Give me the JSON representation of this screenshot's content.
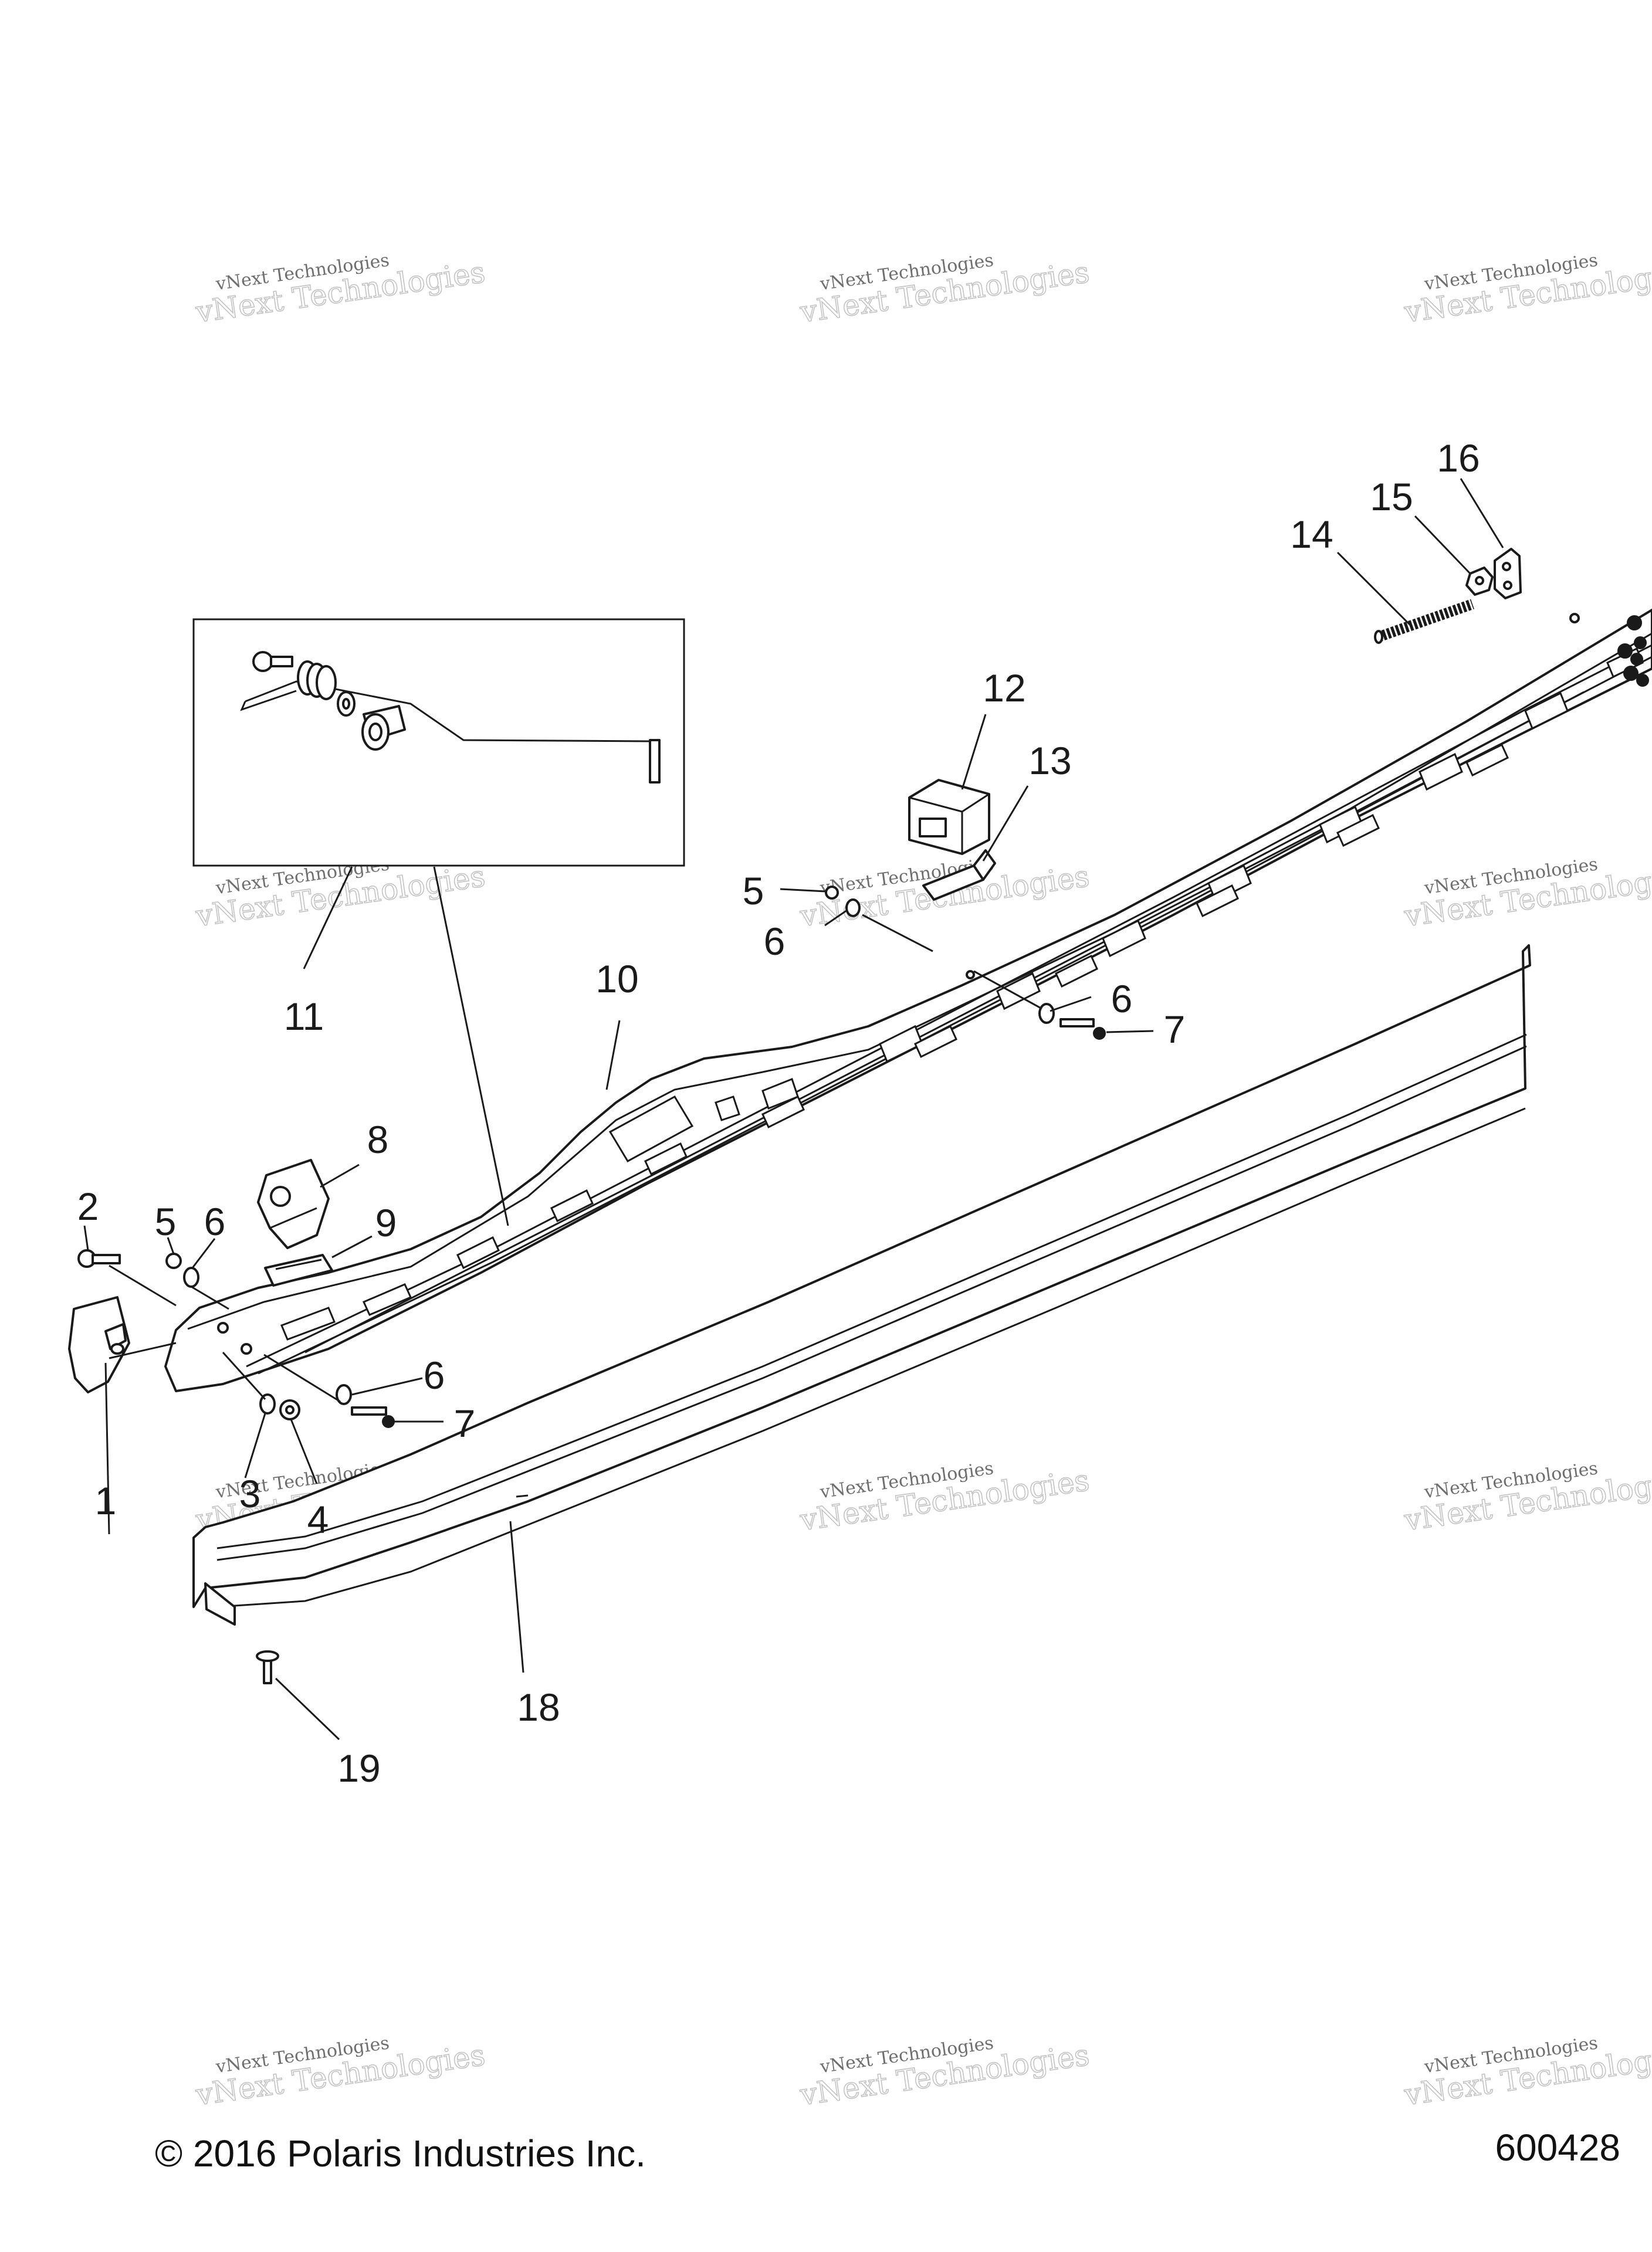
{
  "callouts": [
    {
      "id": "1",
      "text": "1"
    },
    {
      "id": "2",
      "text": "2"
    },
    {
      "id": "3",
      "text": "3"
    },
    {
      "id": "4",
      "text": "4"
    },
    {
      "id": "5a",
      "text": "5"
    },
    {
      "id": "5b",
      "text": "5"
    },
    {
      "id": "6a",
      "text": "6"
    },
    {
      "id": "6b",
      "text": "6"
    },
    {
      "id": "6c",
      "text": "6"
    },
    {
      "id": "6d",
      "text": "6"
    },
    {
      "id": "7a",
      "text": "7"
    },
    {
      "id": "7b",
      "text": "7"
    },
    {
      "id": "8",
      "text": "8"
    },
    {
      "id": "9",
      "text": "9"
    },
    {
      "id": "10",
      "text": "10"
    },
    {
      "id": "11",
      "text": "11"
    },
    {
      "id": "12",
      "text": "12"
    },
    {
      "id": "13",
      "text": "13"
    },
    {
      "id": "14",
      "text": "14"
    },
    {
      "id": "15",
      "text": "15"
    },
    {
      "id": "16",
      "text": "16"
    },
    {
      "id": "18",
      "text": "18"
    },
    {
      "id": "19",
      "text": "19"
    }
  ],
  "watermark": {
    "line1": "vNext Technologies",
    "line2": "vNext Technologies"
  },
  "footer": {
    "copyright": "© 2016 Polaris Industries Inc.",
    "diagram_number": "600428"
  }
}
